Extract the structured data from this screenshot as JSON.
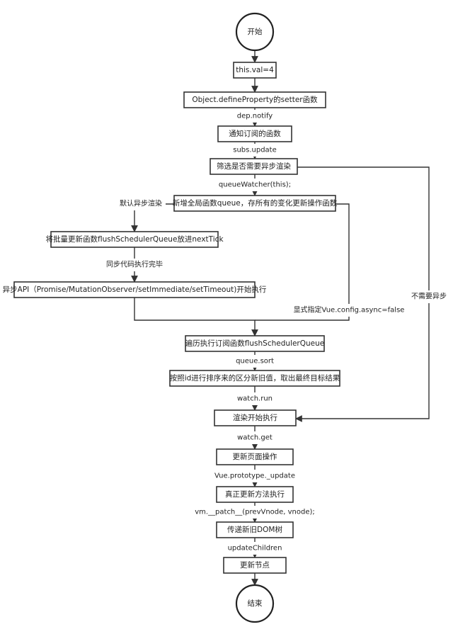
{
  "nodes": {
    "start": "开始",
    "n1": "this.val=4",
    "n2": "Object.defineProperty的setter函数",
    "n3": "通知订阅的函数",
    "n4": "筛选是否需要异步渲染",
    "n5": "新增全局函数queue，存所有的变化更新操作函数",
    "n6": "将批量更新函数flushSchedulerQueue放进nextTick",
    "n7": "异步API（Promise/MutationObserver/setImmediate/setTimeout)开始执行",
    "n8": "遍历执行订阅函数flushSchedulerQueue",
    "n9": "按照id进行排序来的区分新旧值，取出最终目标结果",
    "n10": "渲染开始执行",
    "n11": "更新页面操作",
    "n12": "真正更新方法执行",
    "n13": "传递新旧DOM树",
    "n14": "更新节点",
    "end": "结束"
  },
  "edges": {
    "e2": "dep.notify",
    "e3": "subs.update",
    "e4": "queueWatcher(this);",
    "e5": "默认异步渲染",
    "e6": "同步代码执行完毕",
    "e_sync": "显式指定Vue.config.async=false",
    "e_noasync": "不需要异步",
    "e8": "queue.sort",
    "e9": "watch.run",
    "e10": "watch.get",
    "e11": "Vue.prototype._update",
    "e12": "vm.__patch__(prevVnode, vnode);",
    "e13": "updateChildren"
  }
}
